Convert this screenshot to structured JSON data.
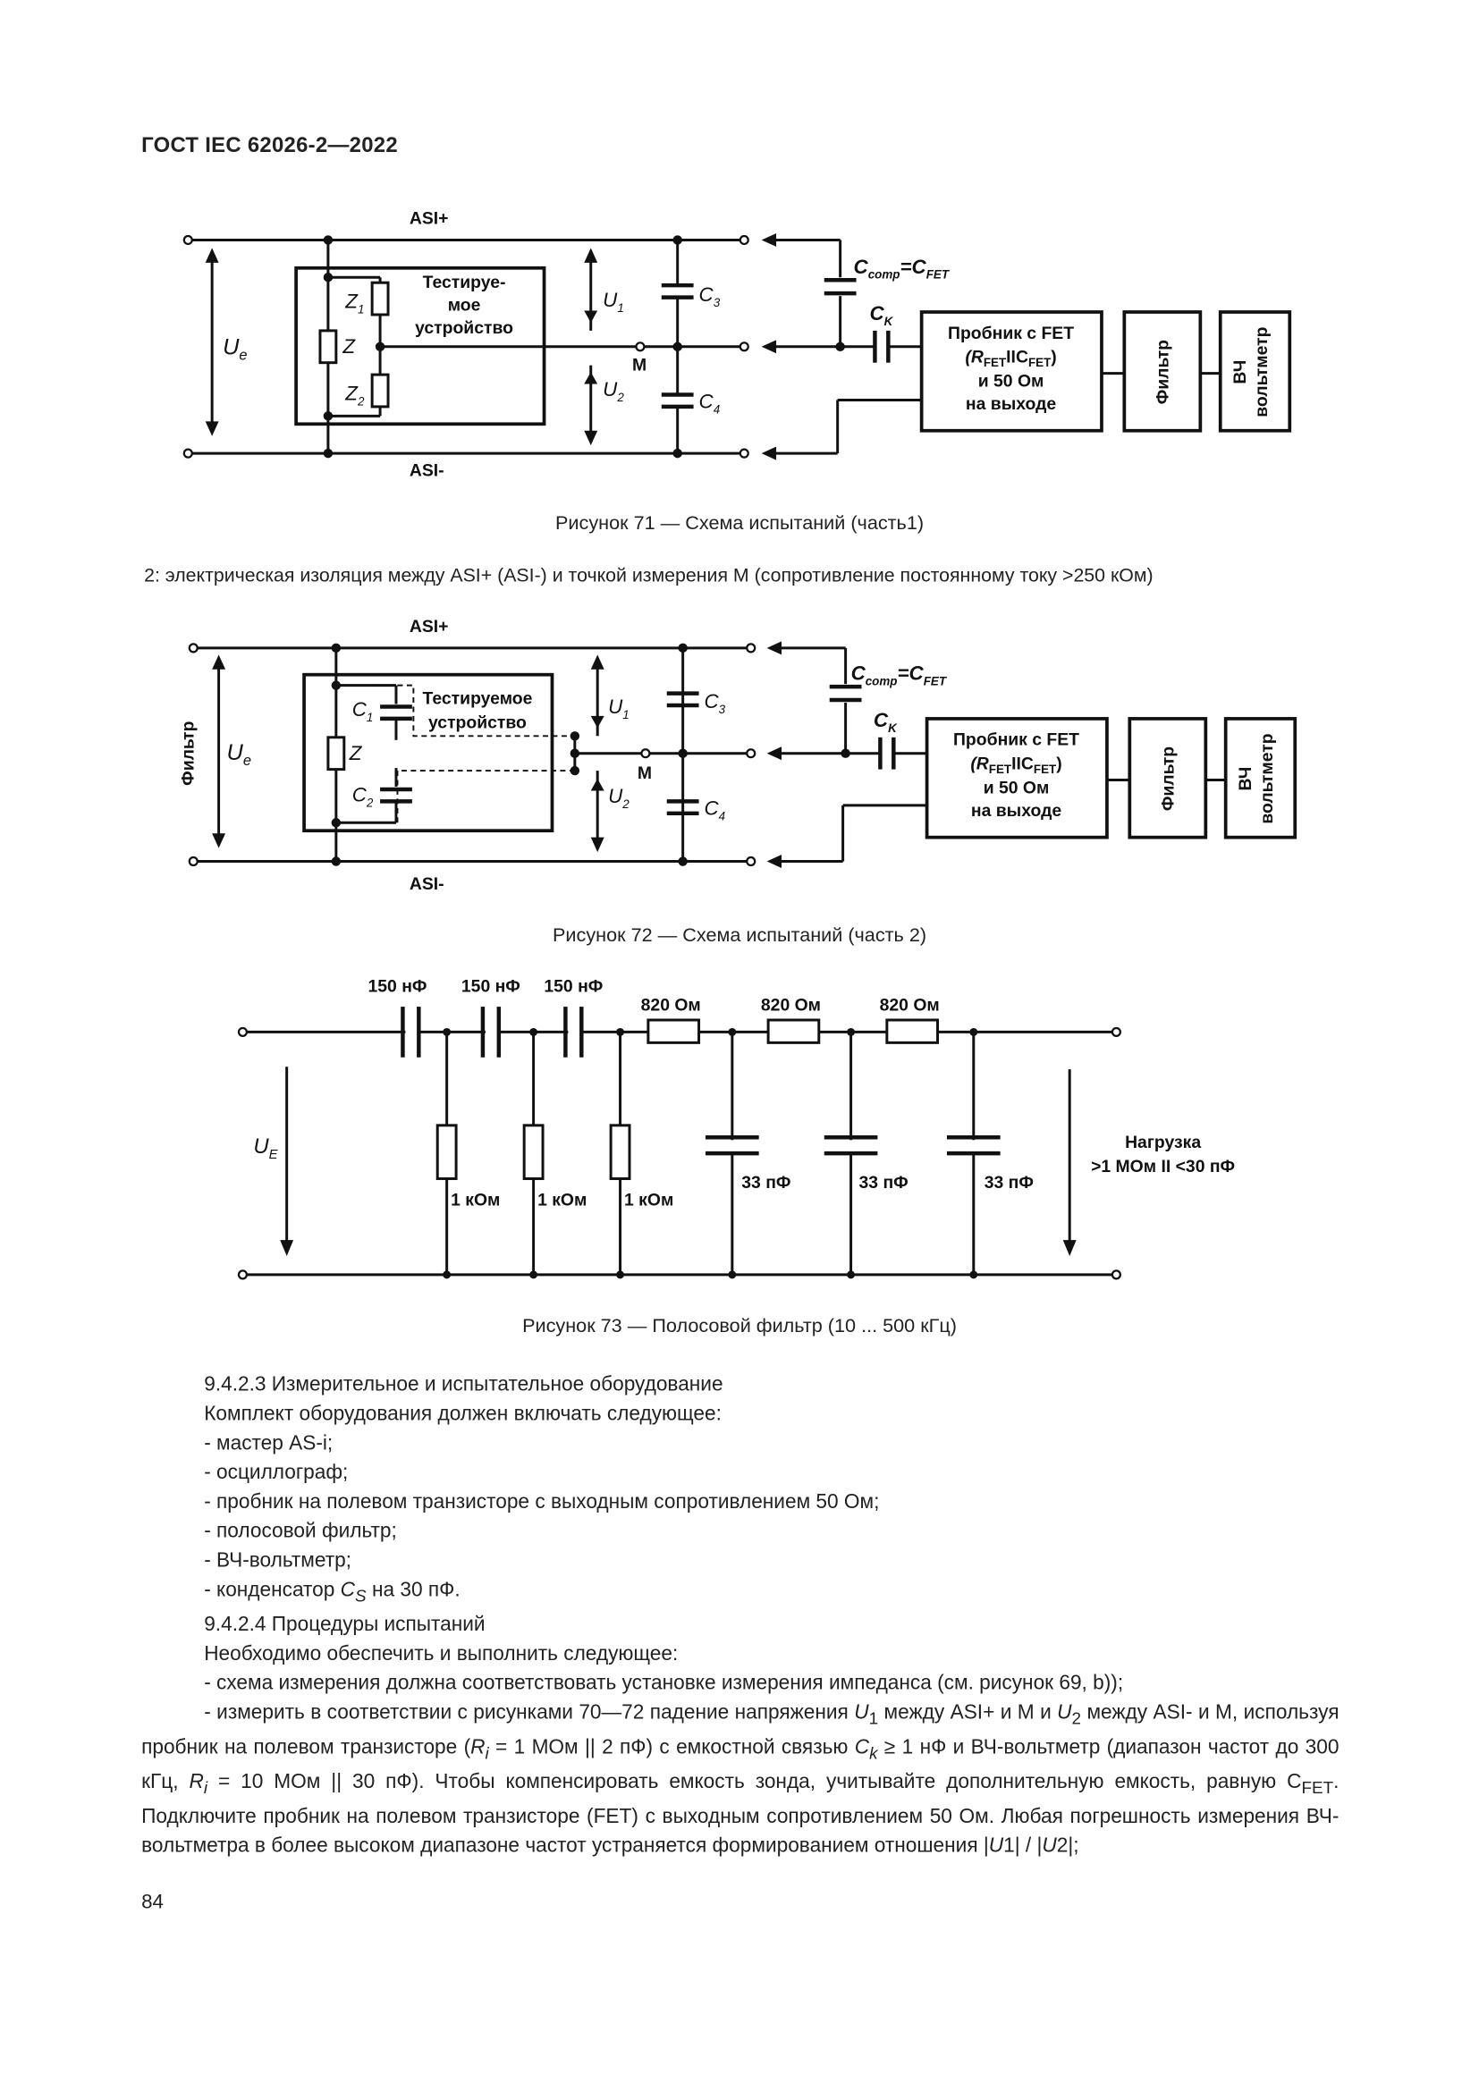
{
  "header": {
    "doc_id": "ГОСТ IEC 62026-2—2022"
  },
  "figure71": {
    "caption": "Рисунок 71 — Схема испытаний (часть1)",
    "asi_plus": "ASI+",
    "asi_minus": "ASI-",
    "dut_label": [
      "Тестируе-",
      "мое",
      "устройство"
    ],
    "m_label": "M",
    "probe_lines": [
      "Пробник с FET",
      "(R",
      "FET",
      "IIC",
      "FET",
      ")",
      "и 50 Ом",
      "на выходе"
    ],
    "filter_label": "Фильтр",
    "voltmeter_label": [
      "ВЧ",
      "вольтметр"
    ],
    "z": "Z",
    "z1": "Z",
    "z1_sub": "1",
    "z2": "Z",
    "z2_sub": "2",
    "ue": "U",
    "ue_sub": "e",
    "u1": "U",
    "u1_sub": "1",
    "u2": "U",
    "u2_sub": "2",
    "c3": "C",
    "c3_sub": "3",
    "c4": "C",
    "c4_sub": "4",
    "ccomp": "C",
    "ccomp_sub": "comp",
    "eq": "=C",
    "cfet_sub": "FET",
    "ck": "C",
    "ck_sub": "K"
  },
  "note": "2: электрическая изоляция между ASI+ (ASI-) и точкой измерения M (сопротивление постоянному току >250 кОм)",
  "figure72": {
    "caption": "Рисунок 72 — Схема испытаний (часть 2)",
    "asi_plus": "ASI+",
    "asi_minus": "ASI-",
    "dut_label": [
      "Тестируемое",
      "устройство"
    ],
    "left_label": "Фильтр",
    "m_label": "M",
    "probe_lines": [
      "Пробник с FET",
      "(R",
      "FET",
      "IIC",
      "FET",
      ")",
      "и 50 Ом",
      "на выходе"
    ],
    "filter_label": "Фильтр",
    "voltmeter_label": [
      "ВЧ",
      "вольтметр"
    ],
    "z": "Z",
    "c1": "C",
    "c1_sub": "1",
    "c2": "C",
    "c2_sub": "2",
    "ue": "U",
    "ue_sub": "e",
    "u1": "U",
    "u1_sub": "1",
    "u2": "U",
    "u2_sub": "2",
    "c3": "C",
    "c3_sub": "3",
    "c4": "C",
    "c4_sub": "4",
    "ccomp": "C",
    "ccomp_sub": "comp",
    "eq": "=C",
    "cfet_sub": "FET",
    "ck": "C",
    "ck_sub": "K"
  },
  "figure73": {
    "caption": "Рисунок 73 — Полосовой фильтр (10 ... 500 кГц)",
    "cap_series": [
      "150 нФ",
      "150 нФ",
      "150 нФ"
    ],
    "res_series": [
      "820 Ом",
      "820 Ом",
      "820 Ом"
    ],
    "res_shunt": [
      "1 кОм",
      "1 кОм",
      "1 кОм"
    ],
    "cap_shunt": [
      "33 пФ",
      "33 пФ",
      "33 пФ"
    ],
    "ue": "U",
    "ue_sub": "E",
    "load": [
      "Нагрузка",
      ">1 МОм II <30 пФ"
    ]
  },
  "body": {
    "s1_title": "9.4.2.3 Измерительное и испытательное оборудование",
    "s1_intro": "Комплект оборудования должен включать следующее:",
    "s1_items": [
      "- мастер AS-i;",
      "- осциллограф;",
      "- пробник на полевом транзисторе с выходным сопротивлением 50 Ом;",
      "- полосовой фильтр;",
      "- ВЧ-вольтметр;"
    ],
    "s1_last_a": "- конденсатор ",
    "s1_last_var": "C",
    "s1_last_sub": "S",
    "s1_last_b": " на 30 пФ.",
    "s2_title": "9.4.2.4 Процедуры испытаний",
    "s2_intro": "Необходимо обеспечить и выполнить следующее:",
    "s2_item1": "- схема измерения должна соответствовать установке измерения импеданса (см. рисунок 69, b));",
    "p": {
      "t1": "- измерить в соответствии с рисунками 70—72 падение напряжения ",
      "u1": "U",
      "u1s": "1",
      "t2": " между ASI+ и M и ",
      "u2": "U",
      "u2s": "2",
      "t3": " между ASI- и M, используя пробник на полевом транзисторе (",
      "ri": "R",
      "ris": "i",
      "t4": " = 1 МОм || 2 пФ) с емкостной связью ",
      "ck": "C",
      "cks": "k",
      "t5": " ≥ 1 нФ и ВЧ-вольтметр (диапазон частот до 300 кГц, ",
      "ri2": "R",
      "ri2s": "i",
      "t6": " = 10 МОм || 30 пФ). Чтобы компенсировать емкость зонда, учитывайте дополнительную емкость, равную C",
      "cfet": "FET",
      "t7": ". Подключите пробник на полевом транзисторе (FET) с выходным сопротивлением 50 Ом. Любая погрешность измерения ВЧ-вольтметра в более высоком диапазоне частот устраняется формированием отношения |",
      "r1": "U",
      "t8": "1| / |",
      "r2": "U",
      "t9": "2|;"
    }
  },
  "page_number": "84"
}
